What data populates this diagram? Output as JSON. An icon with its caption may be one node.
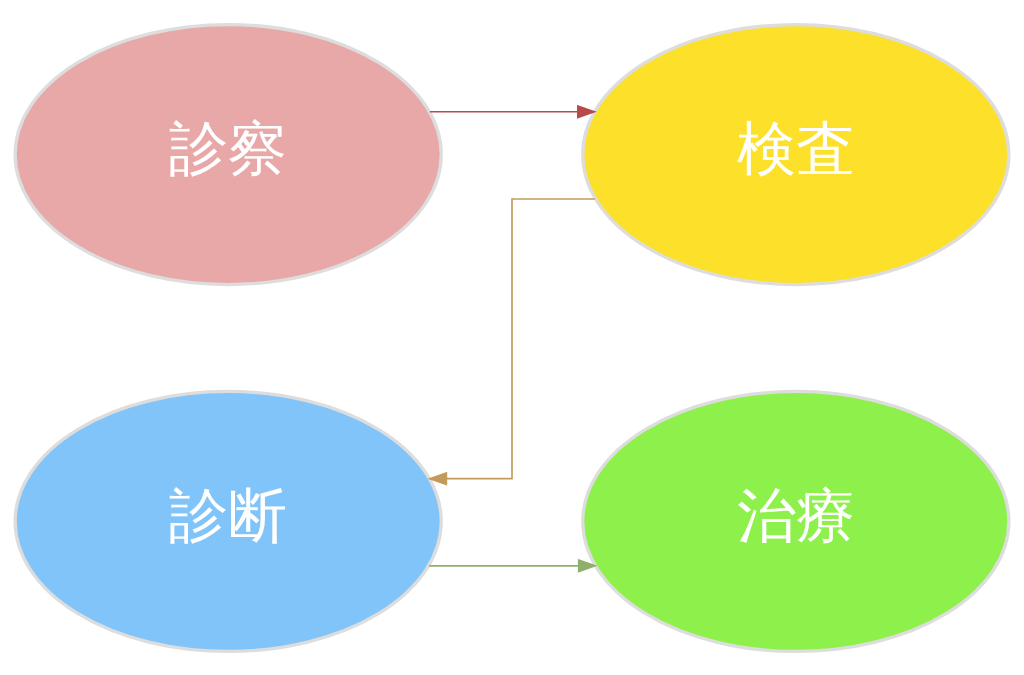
{
  "diagram": {
    "nodes": [
      {
        "text": [
          "診察"
        ]
      },
      {
        "text": [
          "検査"
        ]
      },
      {
        "text": [
          "診断"
        ]
      },
      {
        "text": [
          "治療"
        ]
      }
    ],
    "edges": [
      {
        "from": 0,
        "to": 1,
        "arrow": "to",
        "color": "#b84a4a"
      },
      {
        "from": 1,
        "to": 2,
        "arrow": "to",
        "color": "#c49a5a"
      },
      {
        "from": 2,
        "to": 3,
        "arrow": "to",
        "color": "#8fb06a"
      }
    ]
  }
}
